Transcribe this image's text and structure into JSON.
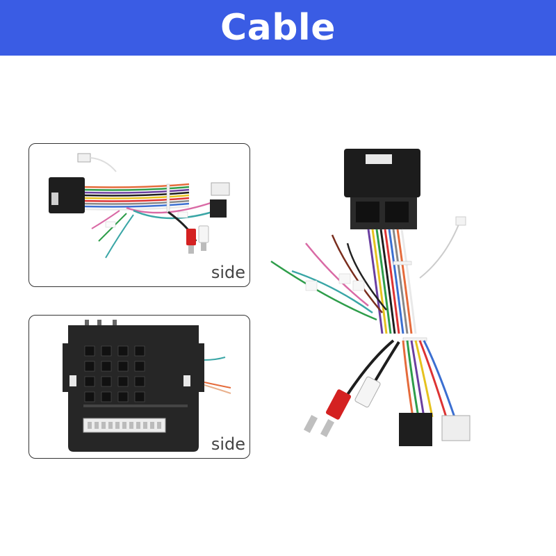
{
  "header": {
    "title": "Cable"
  },
  "panels": [
    {
      "label": "side"
    },
    {
      "label": "side"
    }
  ],
  "colors": {
    "header_bg": "#3a5ce4",
    "header_text": "#ffffff",
    "panel_border": "#333333"
  },
  "icons": [
    "cable-harness-icon",
    "connector-face-icon",
    "rca-plug-icon"
  ]
}
